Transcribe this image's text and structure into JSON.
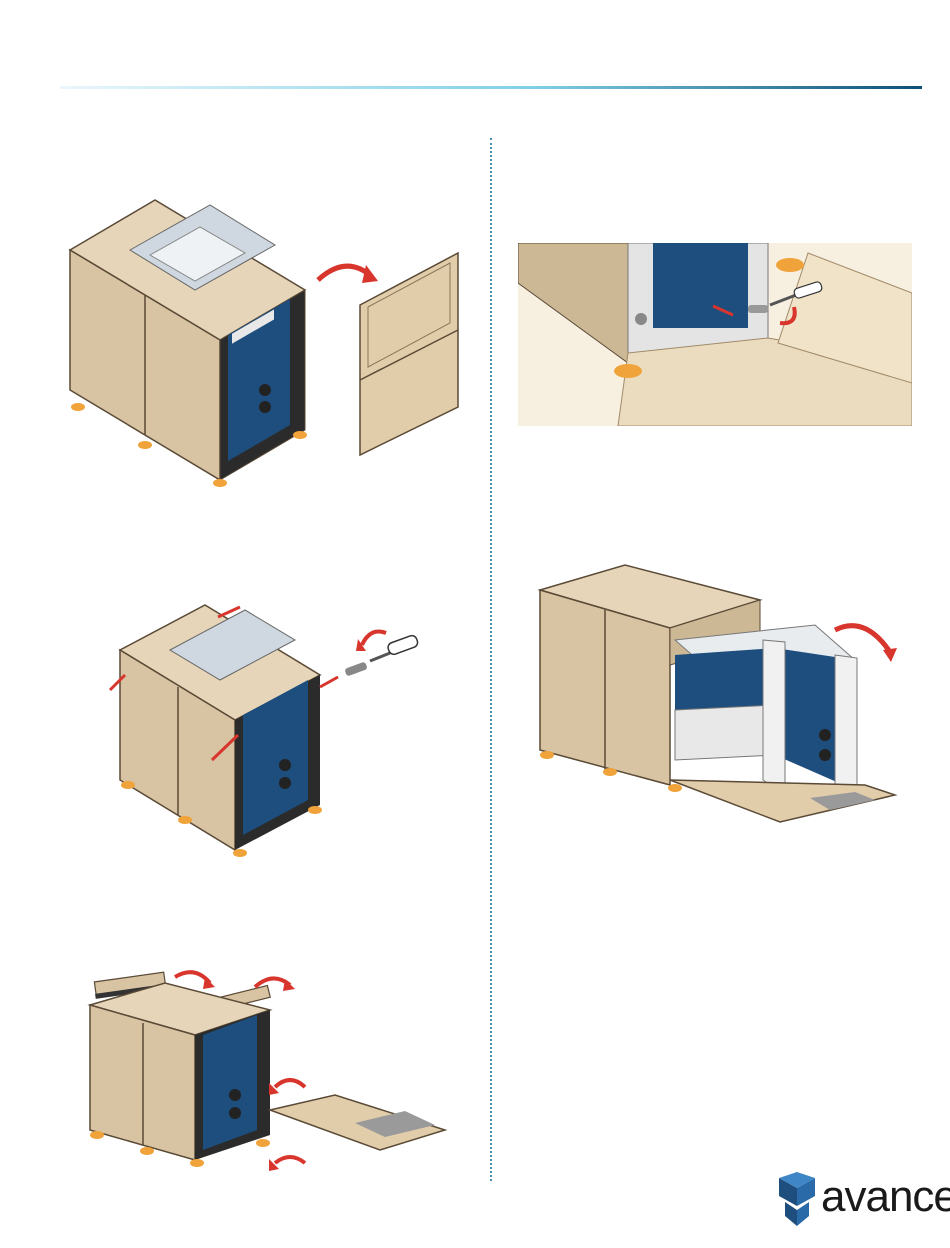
{
  "brand": {
    "logo_text": "avance",
    "logo_icon": "avance-logo-icon"
  },
  "colors": {
    "rule_start": "#eaf6fb",
    "rule_end": "#0e4f78",
    "divider": "#4a8fb6",
    "crate_wood": "#d8c3a3",
    "crate_edge": "#5a4a36",
    "machine_blue": "#1d4e7e",
    "arrow_red": "#d8352d",
    "foot_orange": "#f0a33a"
  },
  "figures": [
    {
      "id": "step-remove-front-panel",
      "icon": "crate-open-front-illustration"
    },
    {
      "id": "step-unscrew-crate",
      "icon": "crate-screws-illustration"
    },
    {
      "id": "step-remove-top-and-ramp",
      "icon": "crate-top-removed-illustration"
    },
    {
      "id": "step-remove-caster-screw",
      "icon": "caster-screw-closeup-illustration"
    },
    {
      "id": "step-roll-machine-out",
      "icon": "machine-rolling-out-illustration"
    }
  ]
}
